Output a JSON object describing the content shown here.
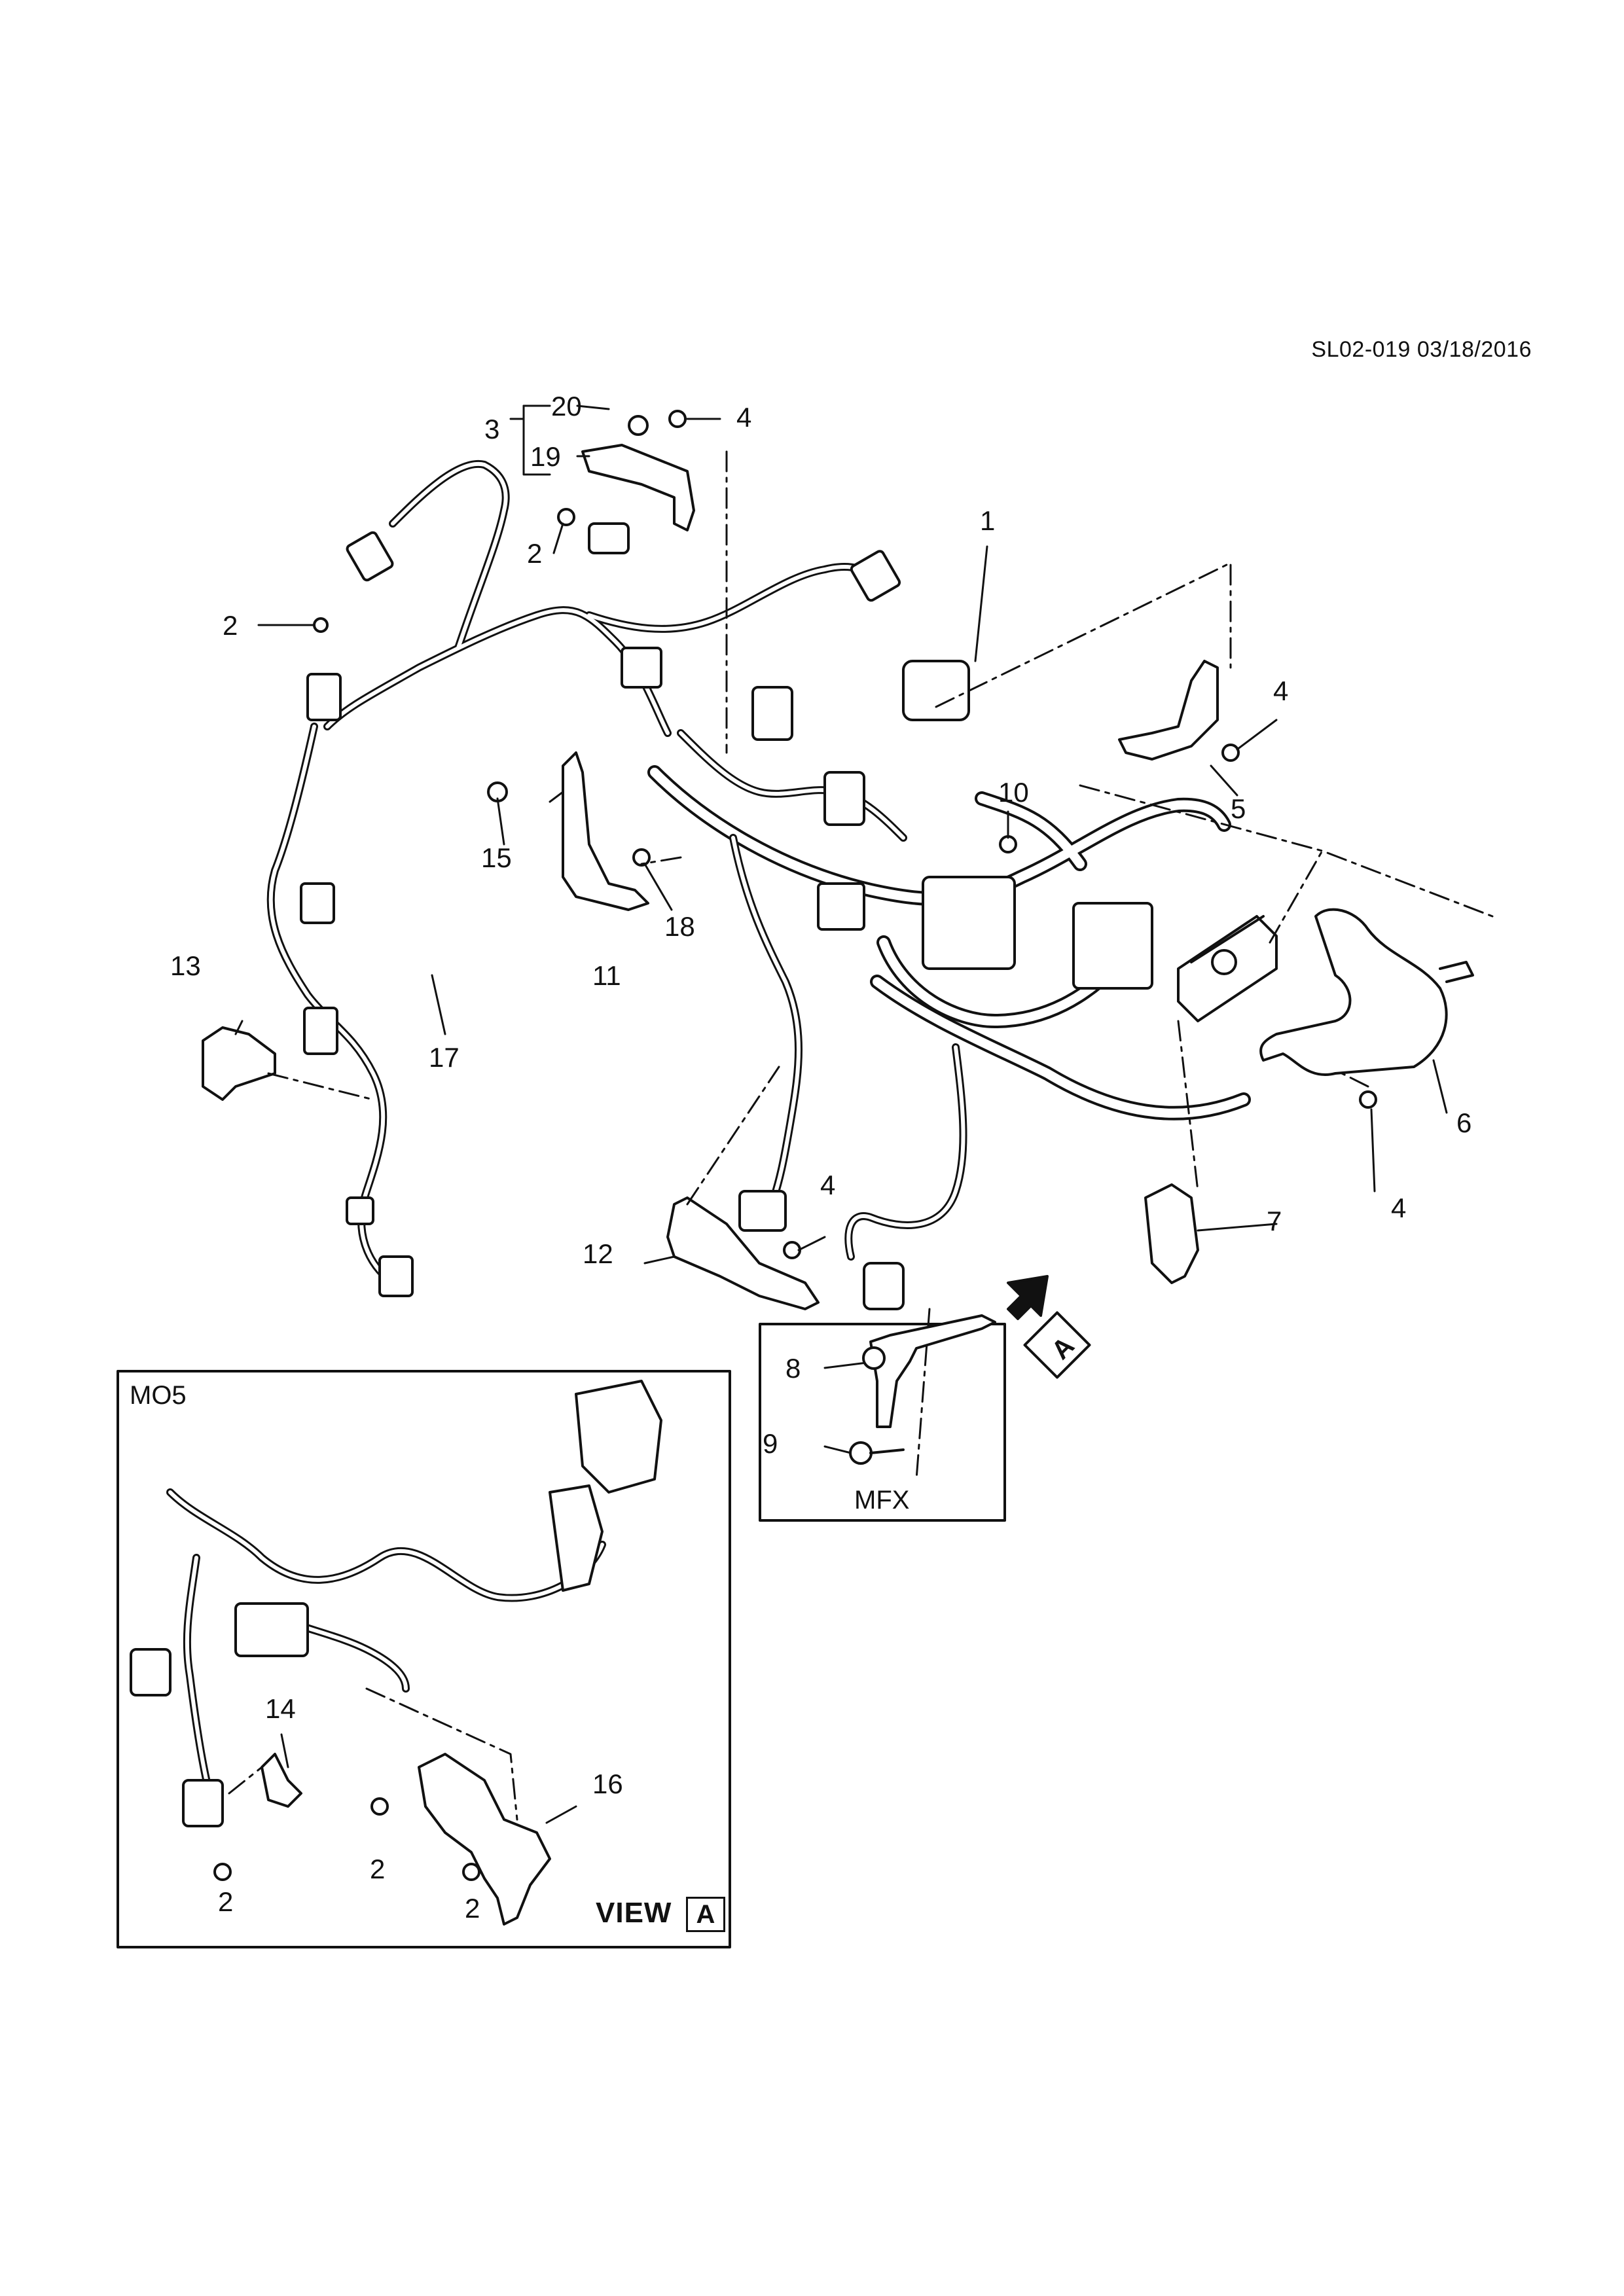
{
  "header": {
    "reference": "SL02-019 03/18/2016"
  },
  "callouts": {
    "c1": "1",
    "c2a": "2",
    "c2b": "2",
    "c3": "3",
    "c4a": "4",
    "c4b": "4",
    "c4c": "4",
    "c4d": "4",
    "c5": "5",
    "c6": "6",
    "c7": "7",
    "c8": "8",
    "c9": "9",
    "c10": "10",
    "c11": "11",
    "c12": "12",
    "c13": "13",
    "c14": "14",
    "c15": "15",
    "c16": "16",
    "c17": "17",
    "c18": "18",
    "c19": "19",
    "c20": "20",
    "c2c": "2",
    "c2d": "2",
    "c2e": "2"
  },
  "mfx_inset": {
    "label": "MFX"
  },
  "mo5_inset": {
    "label": "MO5",
    "view_word": "VIEW",
    "view_letter": "A"
  },
  "view_arrow": {
    "letter": "A"
  }
}
